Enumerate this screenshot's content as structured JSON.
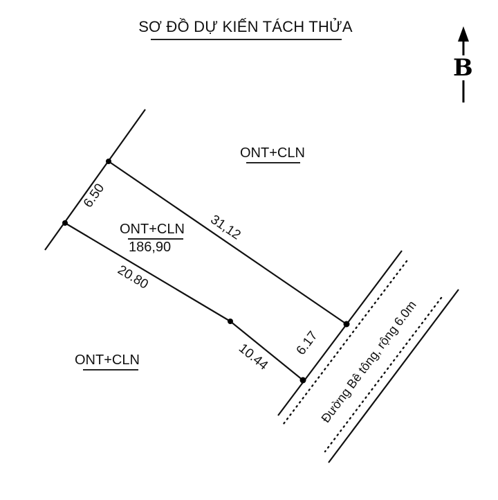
{
  "title": "SƠ ĐỒ DỰ KIẾN TÁCH THỬA",
  "north_arrow": {
    "letter": "B",
    "icon": "north-arrow-icon"
  },
  "parcel": {
    "land_use": "ONT+CLN",
    "area": "186,90",
    "edges": {
      "west": "6.50",
      "north": "31,12",
      "south_west": "20.80",
      "south_east": "10.44",
      "east": "6.17"
    }
  },
  "neighbors": [
    {
      "position": "north",
      "land_use": "ONT+CLN"
    },
    {
      "position": "south",
      "land_use": "ONT+CLN"
    }
  ],
  "road": {
    "label": "Đường Bê tông, rộng 6.0m"
  },
  "colors": {
    "line": "#111111",
    "background": "#ffffff"
  }
}
